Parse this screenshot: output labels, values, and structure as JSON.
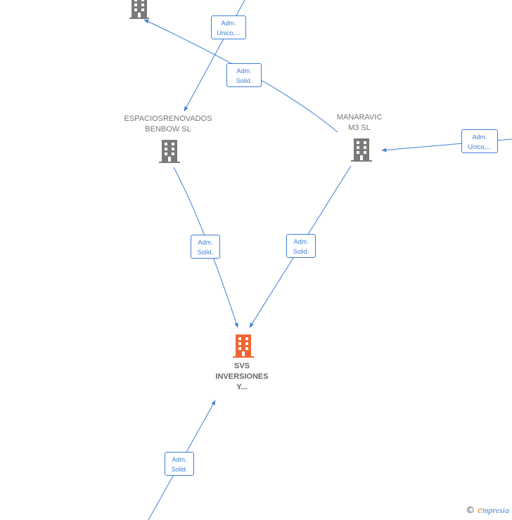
{
  "colors": {
    "edge": "#3f7fd6",
    "node_icon": "#7a7a7a",
    "main_icon": "#f26631"
  },
  "nodes": {
    "top_company": {
      "label_lines": []
    },
    "espacios": {
      "label_lines": [
        "ESPACIOSRENOVADOS",
        "BENBOW  SL"
      ]
    },
    "manaravic": {
      "label_lines": [
        "MANARAVIC",
        "M3  SL"
      ]
    },
    "svs": {
      "label_lines": [
        "SVS",
        "INVERSIONES",
        "Y..."
      ]
    }
  },
  "edge_labels": {
    "e1": {
      "line1": "Adm.",
      "line2": "Unico,..."
    },
    "e2": {
      "line1": "Adm.",
      "line2": "Solid."
    },
    "e3": {
      "line1": "Adm.",
      "line2": "Unico,..."
    },
    "e4": {
      "line1": "Adm.",
      "line2": "Solid."
    },
    "e5": {
      "line1": "Adm.",
      "line2": "Solid."
    },
    "e6": {
      "line1": "Adm.",
      "line2": "Solid."
    }
  },
  "footer": {
    "copyright": "©",
    "brand_initial": "e",
    "brand_rest": "mpresia"
  }
}
